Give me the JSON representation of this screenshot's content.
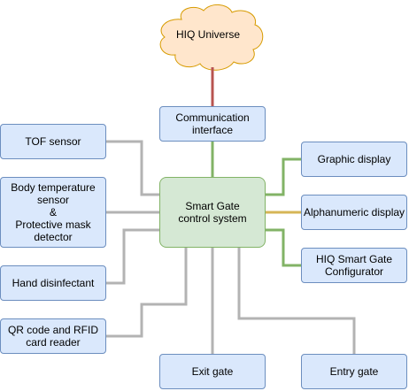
{
  "cloud": {
    "label": "HIQ Universe"
  },
  "center": {
    "label": "Smart Gate\ncontrol system"
  },
  "communication": {
    "label": "Communication\ninterface"
  },
  "left": [
    {
      "label": "TOF sensor"
    },
    {
      "label": "Body temperature\nsensor\n&\nProtective mask\ndetector"
    },
    {
      "label": "Hand disinfectant"
    },
    {
      "label": "QR code and RFID\ncard reader"
    }
  ],
  "right": [
    {
      "label": "Graphic display"
    },
    {
      "label": "Alphanumeric display"
    },
    {
      "label": "HIQ Smart Gate\nConfigurator"
    }
  ],
  "bottom": [
    {
      "label": "Exit gate"
    },
    {
      "label": "Entry gate"
    }
  ],
  "colors": {
    "node_fill": "#dae8fc",
    "node_stroke": "#6c8ebf",
    "center_fill": "#d5e8d4",
    "center_stroke": "#82b366",
    "cloud_fill": "#ffe6cc",
    "cloud_stroke": "#d79b00",
    "link_gray": "#b3b3b3",
    "link_green": "#82b366",
    "link_yellow": "#d6b656",
    "link_red": "#b85450"
  }
}
